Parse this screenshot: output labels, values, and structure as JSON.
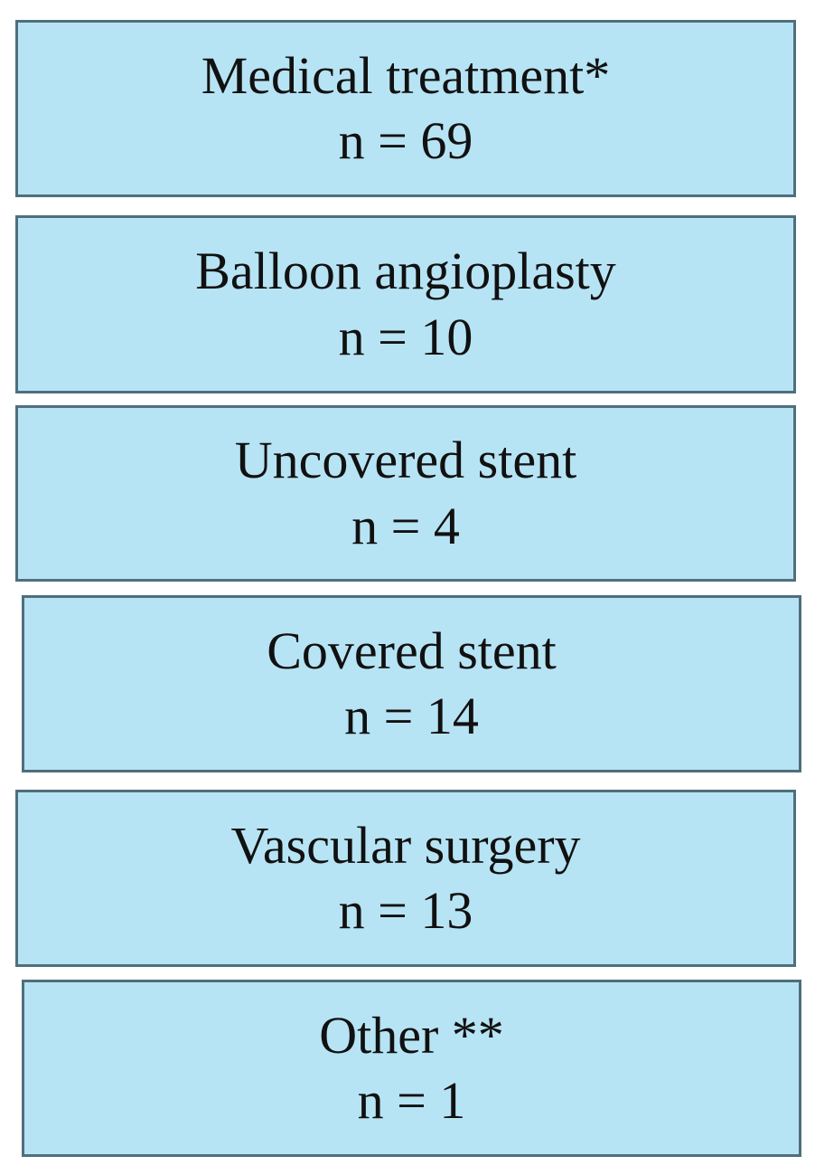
{
  "boxes": [
    {
      "label": "Medical treatment*",
      "count": "n = 69"
    },
    {
      "label": "Balloon angioplasty",
      "count": "n = 10"
    },
    {
      "label": "Uncovered stent",
      "count": "n = 4"
    },
    {
      "label": "Covered stent",
      "count": "n = 14"
    },
    {
      "label": "Vascular surgery",
      "count": "n = 13"
    },
    {
      "label": "Other **",
      "count": "n = 1"
    }
  ],
  "colors": {
    "box_fill": "#b7e4f4",
    "box_border": "#4f6f7c",
    "text": "#111111"
  }
}
